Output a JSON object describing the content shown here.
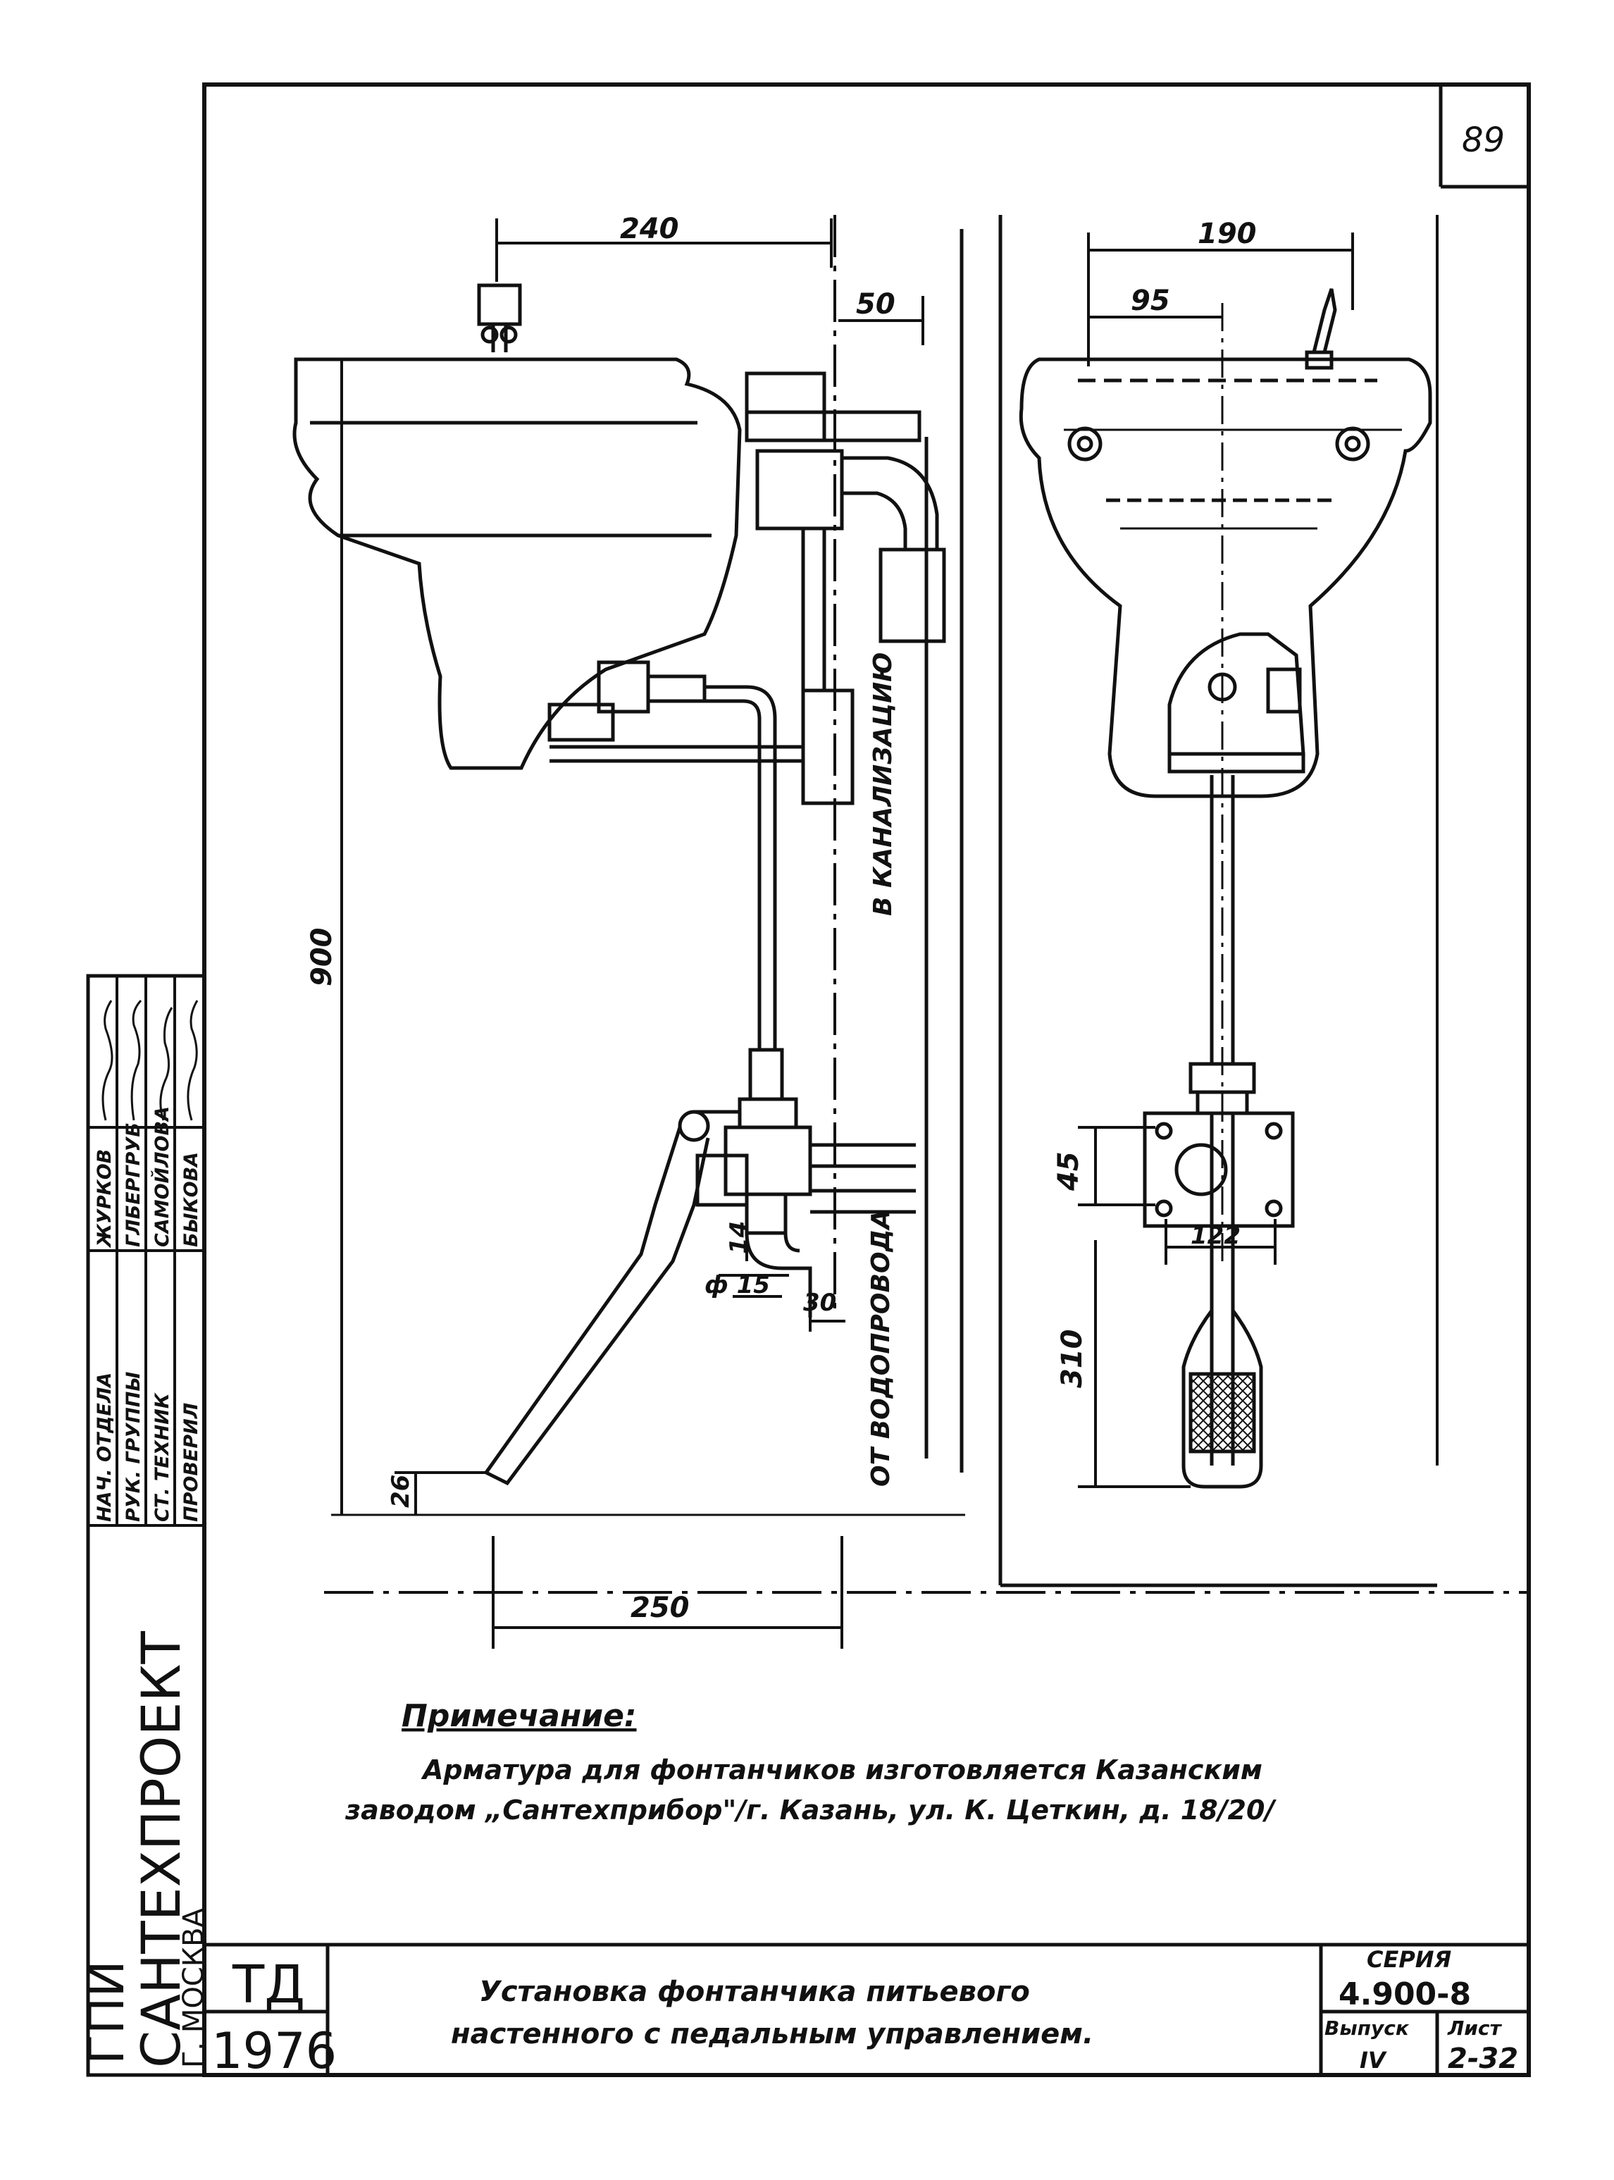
{
  "sheet_number": "89",
  "dimensions": {
    "d240": "240",
    "d50": "50",
    "d190": "190",
    "d95": "95",
    "d900": "900",
    "d45": "45",
    "d122": "122",
    "d310": "310",
    "d14": "14",
    "d15": "ф 15",
    "d30": "30",
    "d26": "26",
    "d250": "250"
  },
  "labels": {
    "to_sewer": "В КАНАЛИЗАЦИЮ",
    "from_water": "ОТ ВОДОПРОВОДА"
  },
  "note": {
    "heading": "Примечание:",
    "line1": "Арматура для фонтанчиков изготовляется Казанским",
    "line2": "заводом „Сантехприбор\"/г. Казань, ул. К. Цеткин, д. 18/20/"
  },
  "stamp": {
    "roles": [
      "НАЧ. ОТДЕЛА",
      "РУК. ГРУППЫ",
      "СТ. ТЕХНИК",
      "ПРОВЕРИЛ"
    ],
    "names": [
      "ЖУРКОВ",
      "ГЛБЕРГРУБ",
      "САМОЙЛОВА",
      "БЫКОВА"
    ]
  },
  "org": {
    "line1": "ГПИ",
    "line2": "САНТЕХПРОЕКТ",
    "line3": "Г. МОСКВА"
  },
  "td": {
    "code": "ТД",
    "year": "1976"
  },
  "title": {
    "line1": "Установка фонтанчика питьевого",
    "line2": "настенного с педальным управлением."
  },
  "meta": {
    "series_label": "СЕРИЯ",
    "series_value": "4.900-8",
    "issue_label": "Выпуск",
    "issue_value": "IV",
    "sheet_label": "Лист",
    "sheet_value": "2-32"
  }
}
